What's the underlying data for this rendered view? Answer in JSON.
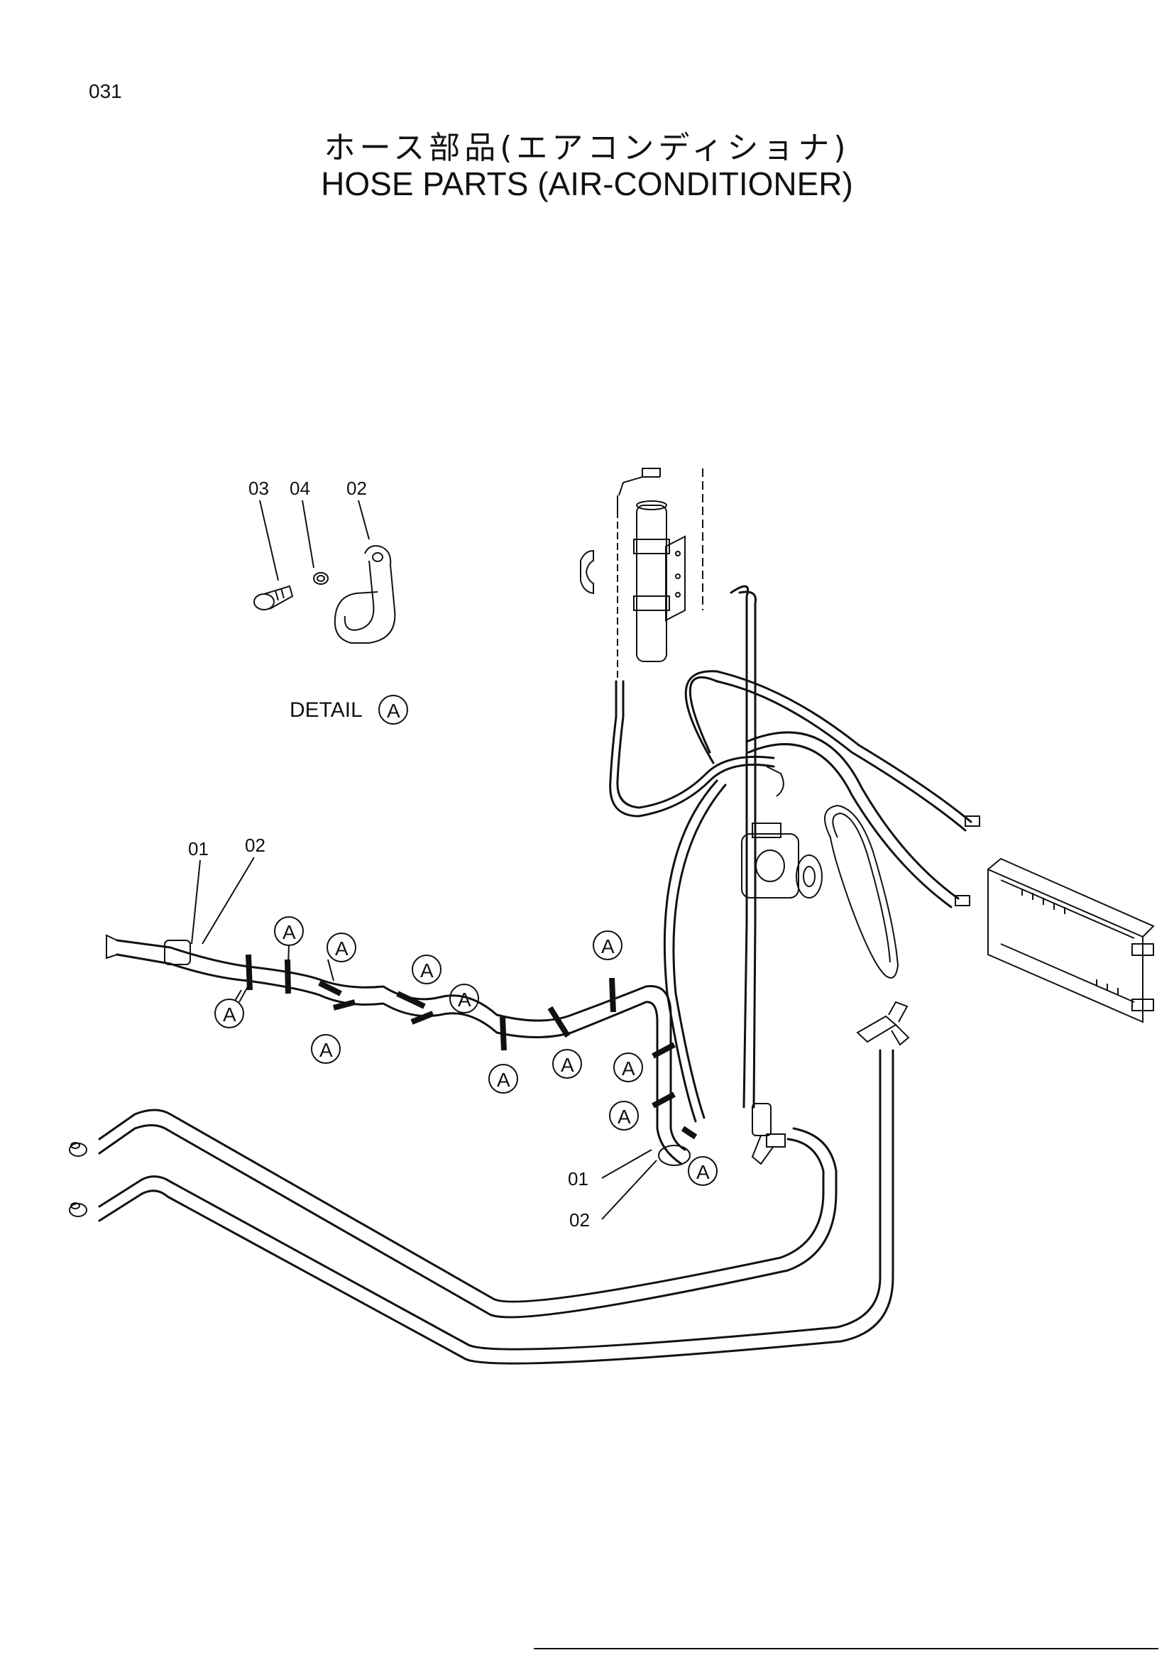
{
  "page_number": "031",
  "title_jp": "ホース部品(エアコンディショナ)",
  "title_en": "HOSE PARTS (AIR-CONDITIONER)",
  "detail": {
    "label": "DETAIL",
    "marker": "A",
    "part_labels": [
      "03",
      "04",
      "02"
    ]
  },
  "callouts": {
    "upper_left": [
      "01",
      "02"
    ],
    "lower": [
      "01",
      "02"
    ],
    "clamp_marker": "A"
  }
}
